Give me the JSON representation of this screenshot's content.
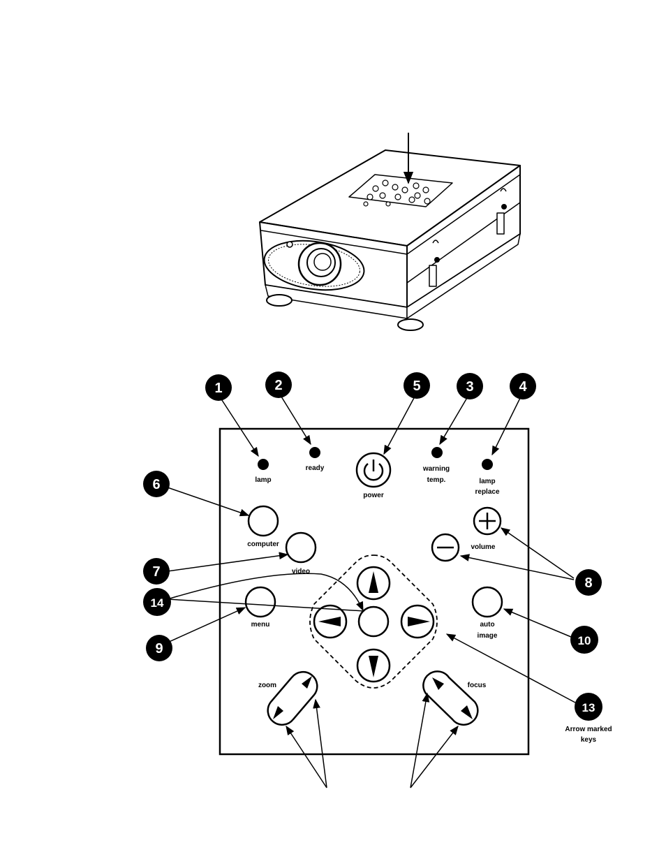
{
  "figure": {
    "panel_labels": {
      "lamp": "lamp",
      "ready": "ready",
      "power": "power",
      "warning_line1": "warning",
      "warning_line2": "temp.",
      "lamp_replace_line1": "lamp",
      "lamp_replace_line2": "replace",
      "computer": "computer",
      "video": "video",
      "volume": "volume",
      "menu": "menu",
      "auto_image_line1": "auto",
      "auto_image_line2": "image",
      "zoom": "zoom",
      "focus": "focus"
    },
    "callouts": {
      "c1": "1",
      "c2": "2",
      "c3": "3",
      "c4": "4",
      "c5": "5",
      "c6": "6",
      "c7": "7",
      "c8": "8",
      "c9": "9",
      "c10": "10",
      "c13": "13",
      "c14": "14"
    },
    "arrow_keys_note_line1": "Arrow marked",
    "arrow_keys_note_line2": "keys"
  }
}
